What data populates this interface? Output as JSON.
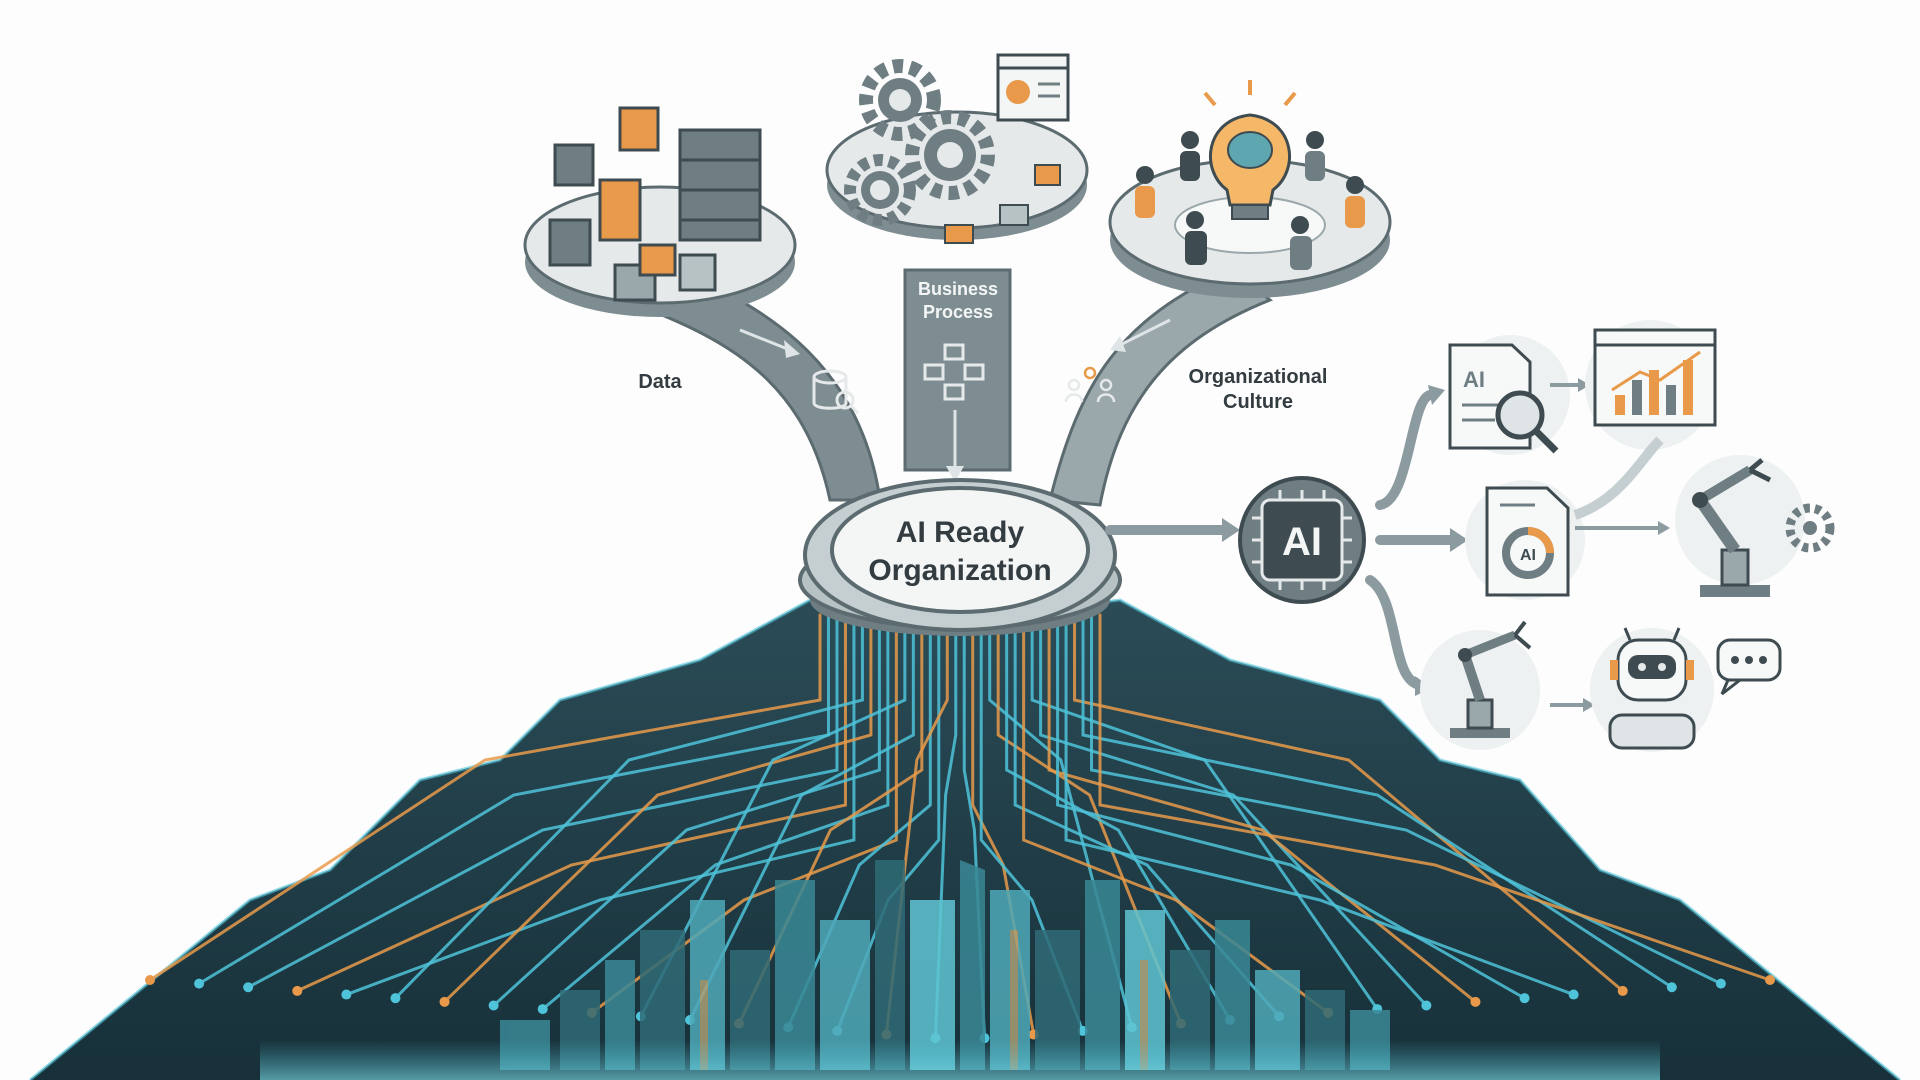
{
  "labels": {
    "center_line1": "AI Ready",
    "center_line2": "Organization",
    "data": "Data",
    "business_line1": "Business",
    "business_line2": "Process",
    "culture_line1": "Organizational",
    "culture_line2": "Culture",
    "ai_chip": "AI",
    "doc_ai": "AI",
    "report_ai": "AI"
  },
  "colors": {
    "slate": "#5b6b70",
    "slate_dark": "#3e4b50",
    "pillar": "#7e8d92",
    "pillar_light": "#b7c2c5",
    "platform": "#e6e9ea",
    "accent_orange": "#e89a4a",
    "circuit_teal": "#4fc3d9",
    "circuit_dark": "#234650",
    "ground_dark": "#1f3c46"
  },
  "icons": [
    "database-search-icon",
    "process-flow-icon",
    "team-icon",
    "lightbulb-brain-icon",
    "gear-icon",
    "server-rack-icon",
    "document-search-icon",
    "bar-chart-window-icon",
    "robot-arm-icon",
    "chatbot-icon",
    "speech-bubble-icon",
    "ai-chip-icon"
  ]
}
